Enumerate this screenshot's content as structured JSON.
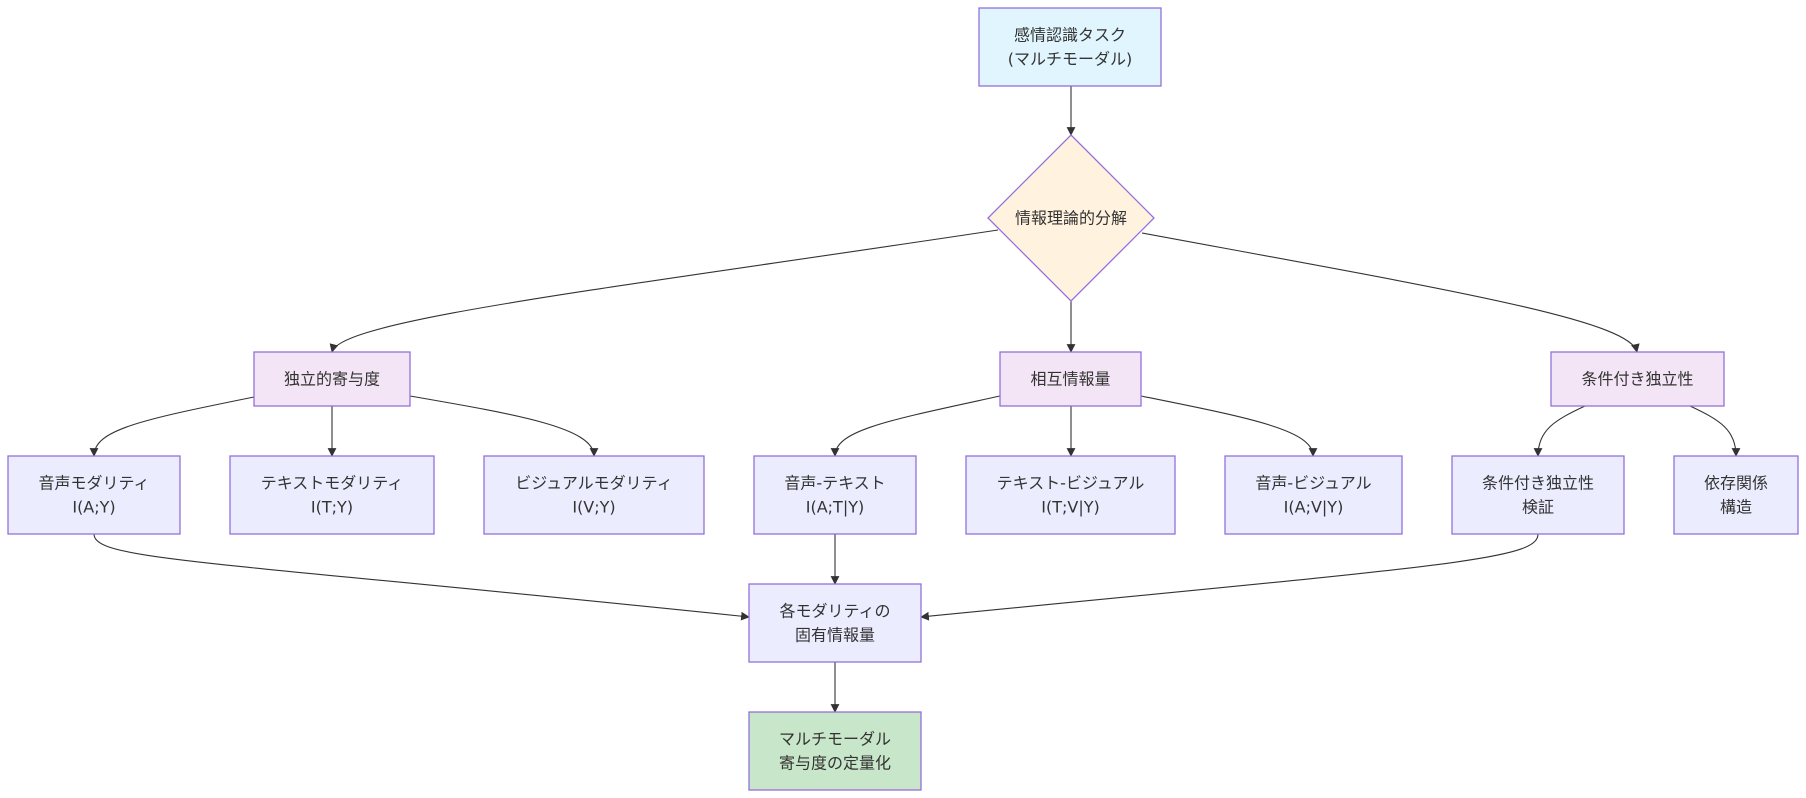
{
  "colors": {
    "default_fill": "#ececff",
    "default_stroke": "#9370db",
    "root_fill": "#e1f5fe",
    "decision_fill": "#fff2df",
    "category_fill": "#f3e5f5",
    "result_fill": "#c8e6c9",
    "edge": "#333333",
    "text": "#333333"
  },
  "nodes": {
    "task": {
      "lines": [
        "感情認識タスク",
        "(マルチモーダル)"
      ],
      "shape": "rect",
      "style": "root"
    },
    "decomposition": {
      "lines": [
        "情報理論的分解"
      ],
      "shape": "diamond",
      "style": "decision"
    },
    "independent": {
      "lines": [
        "独立的寄与度"
      ],
      "shape": "rect",
      "style": "category"
    },
    "mutual": {
      "lines": [
        "相互情報量"
      ],
      "shape": "rect",
      "style": "category"
    },
    "conditional": {
      "lines": [
        "条件付き独立性"
      ],
      "shape": "rect",
      "style": "category"
    },
    "audio_modality": {
      "lines": [
        "音声モダリティ",
        "I(A;Y)"
      ],
      "shape": "rect",
      "style": "default"
    },
    "text_modality": {
      "lines": [
        "テキストモダリティ",
        "I(T;Y)"
      ],
      "shape": "rect",
      "style": "default"
    },
    "visual_modality": {
      "lines": [
        "ビジュアルモダリティ",
        "I(V;Y)"
      ],
      "shape": "rect",
      "style": "default"
    },
    "audio_text": {
      "lines": [
        "音声-テキスト",
        "I(A;T|Y)"
      ],
      "shape": "rect",
      "style": "default"
    },
    "text_visual": {
      "lines": [
        "テキスト-ビジュアル",
        "I(T;V|Y)"
      ],
      "shape": "rect",
      "style": "default"
    },
    "audio_visual": {
      "lines": [
        "音声-ビジュアル",
        "I(A;V|Y)"
      ],
      "shape": "rect",
      "style": "default"
    },
    "ci_test": {
      "lines": [
        "条件付き独立性",
        "検証"
      ],
      "shape": "rect",
      "style": "default"
    },
    "dependency": {
      "lines": [
        "依存関係",
        "構造"
      ],
      "shape": "rect",
      "style": "default"
    },
    "unique_info": {
      "lines": [
        "各モダリティの",
        "固有情報量"
      ],
      "shape": "rect",
      "style": "default"
    },
    "quantification": {
      "lines": [
        "マルチモーダル",
        "寄与度の定量化"
      ],
      "shape": "rect",
      "style": "result"
    }
  },
  "edges": [
    [
      "task",
      "decomposition"
    ],
    [
      "decomposition",
      "independent"
    ],
    [
      "decomposition",
      "mutual"
    ],
    [
      "decomposition",
      "conditional"
    ],
    [
      "independent",
      "audio_modality"
    ],
    [
      "independent",
      "text_modality"
    ],
    [
      "independent",
      "visual_modality"
    ],
    [
      "mutual",
      "audio_text"
    ],
    [
      "mutual",
      "text_visual"
    ],
    [
      "mutual",
      "audio_visual"
    ],
    [
      "conditional",
      "ci_test"
    ],
    [
      "conditional",
      "dependency"
    ],
    [
      "audio_modality",
      "unique_info"
    ],
    [
      "audio_text",
      "unique_info"
    ],
    [
      "ci_test",
      "unique_info"
    ],
    [
      "unique_info",
      "quantification"
    ]
  ]
}
